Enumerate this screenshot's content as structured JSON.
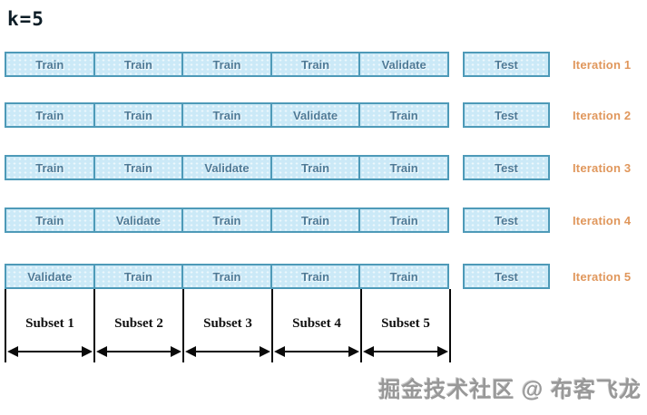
{
  "title": "k=5",
  "rows": [
    {
      "cells": [
        "Train",
        "Train",
        "Train",
        "Train",
        "Validate"
      ],
      "test": "Test",
      "iteration": "Iteration 1"
    },
    {
      "cells": [
        "Train",
        "Train",
        "Train",
        "Validate",
        "Train"
      ],
      "test": "Test",
      "iteration": "Iteration 2"
    },
    {
      "cells": [
        "Train",
        "Train",
        "Validate",
        "Train",
        "Train"
      ],
      "test": "Test",
      "iteration": "Iteration 3"
    },
    {
      "cells": [
        "Train",
        "Validate",
        "Train",
        "Train",
        "Train"
      ],
      "test": "Test",
      "iteration": "Iteration 4"
    },
    {
      "cells": [
        "Validate",
        "Train",
        "Train",
        "Train",
        "Train"
      ],
      "test": "Test",
      "iteration": "Iteration 5"
    }
  ],
  "subsets": [
    "Subset 1",
    "Subset 2",
    "Subset 3",
    "Subset 4",
    "Subset 5"
  ],
  "watermark": "掘金技术社区 @ 布客飞龙",
  "colors": {
    "box_fill": "#cbe9f7",
    "box_border": "#4e9ab8",
    "box_text": "#4f7a96",
    "iteration_text": "#e0975c",
    "subset_text": "#111111",
    "watermark_text": "#989898"
  }
}
